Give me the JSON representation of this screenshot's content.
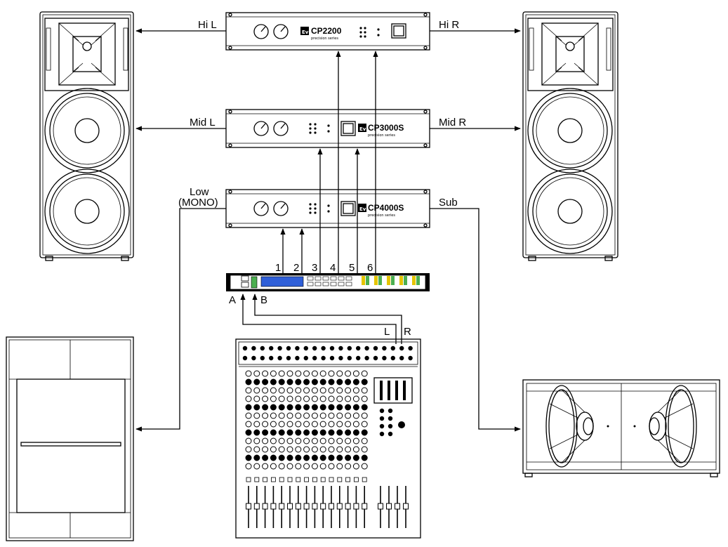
{
  "amplifiers": {
    "top": {
      "model": "CP2200",
      "logo": "EV",
      "fine_print": "precision series"
    },
    "mid": {
      "model": "CP3000S",
      "logo": "EV",
      "fine_print": "precision series"
    },
    "low": {
      "model": "CP4000S",
      "logo": "EV",
      "fine_print": "precision series"
    }
  },
  "labels": {
    "hi_l": "Hi L",
    "hi_r": "Hi R",
    "mid_l": "Mid L",
    "mid_r": "Mid R",
    "low_line1": "Low",
    "low_line2": "(MONO)",
    "sub": "Sub",
    "input_a": "A",
    "input_b": "B",
    "mixer_l": "L",
    "mixer_r": "R"
  },
  "processor_outputs": [
    "1",
    "2",
    "3",
    "4",
    "5",
    "6"
  ],
  "icons": {
    "speaker": "three-way-speaker-icon",
    "sub_single": "single-subwoofer-icon",
    "sub_dual": "dual-subwoofer-icon",
    "mixer": "mixing-console-icon",
    "processor": "crossover-processor-icon",
    "amp": "power-amplifier-icon"
  }
}
